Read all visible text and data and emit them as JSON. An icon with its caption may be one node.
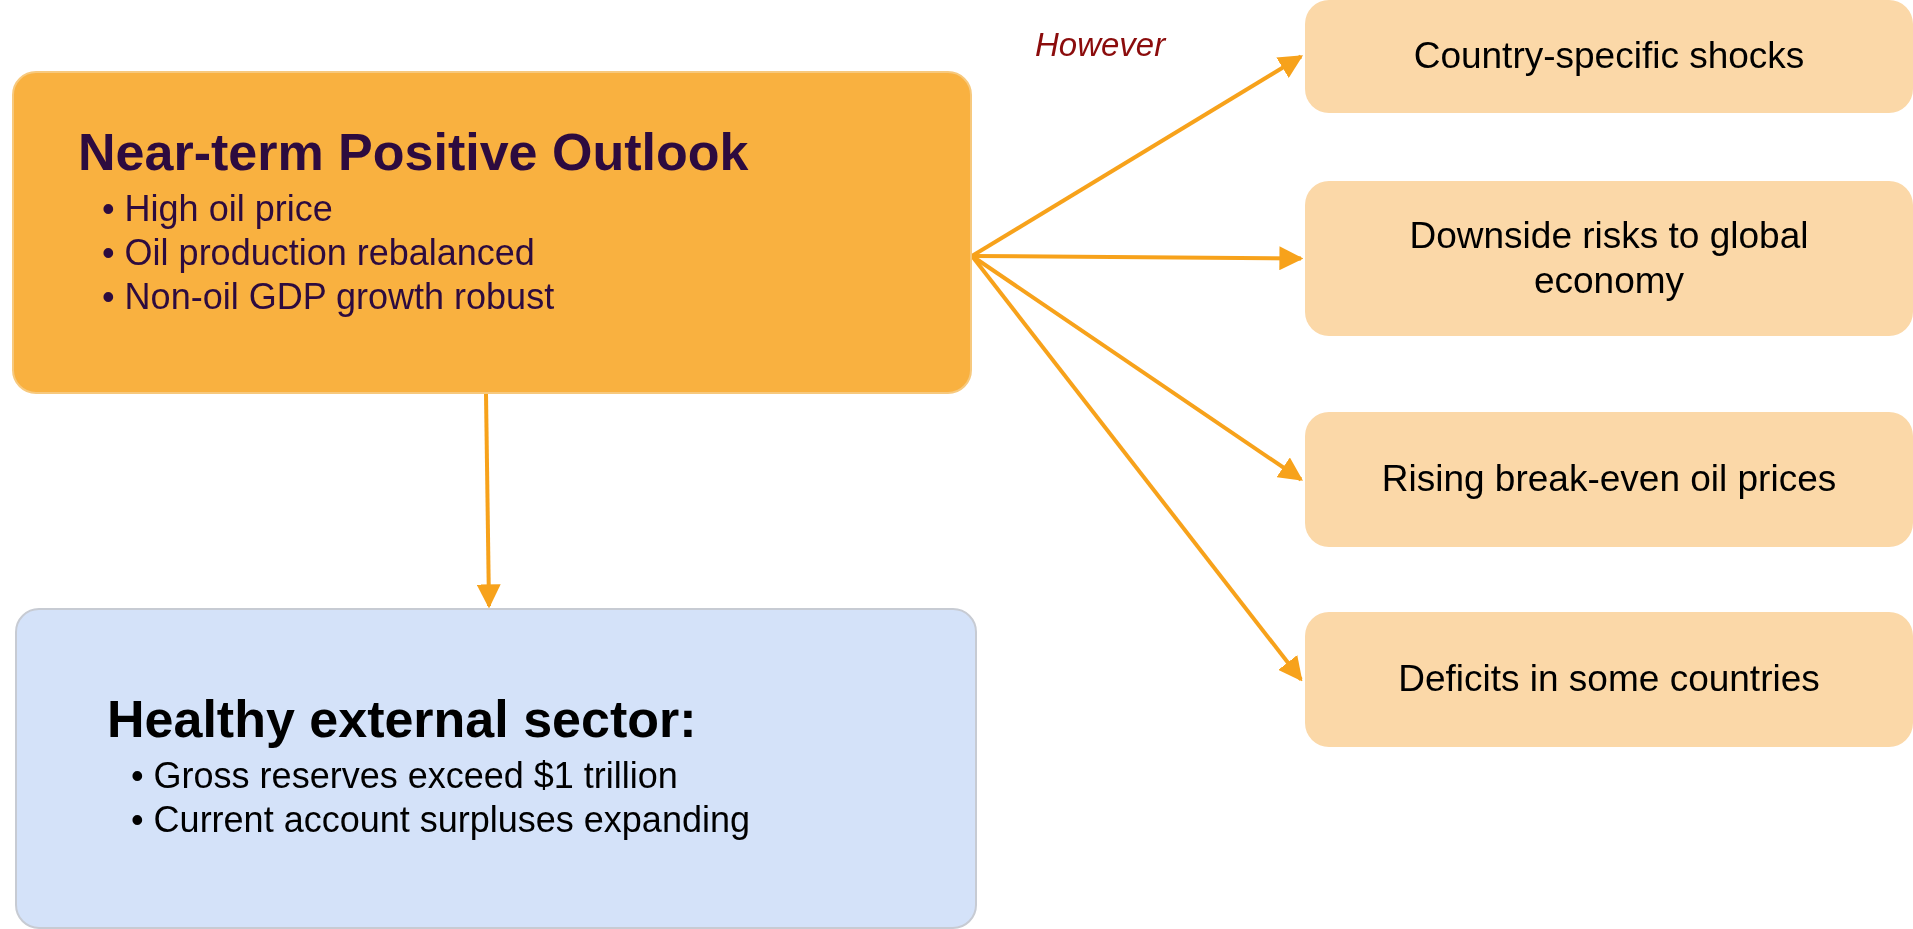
{
  "diagram": {
    "nodes": [
      {
        "text": [
          "Near-term Positive Outlook",
          "• High oil price",
          "• Oil production rebalanced",
          "• Non-oil GDP growth robust"
        ]
      },
      {
        "text": [
          "Healthy external sector:",
          "• Gross reserves exceed $1 trillion",
          "• Current account surpluses expanding"
        ]
      },
      {
        "text": [
          "Country-specific shocks"
        ]
      },
      {
        "text": [
          "Downside risks to global economy"
        ]
      },
      {
        "text": [
          "Rising break-even oil prices"
        ]
      },
      {
        "text": [
          "Deficits in some countries"
        ]
      }
    ],
    "edges": [
      {
        "from": 0,
        "to": 1,
        "arrow": "to"
      },
      {
        "from": 0,
        "to": 2,
        "arrow": "to"
      },
      {
        "from": 0,
        "to": 3,
        "arrow": "to"
      },
      {
        "from": 0,
        "to": 4,
        "arrow": "to"
      },
      {
        "from": 0,
        "to": 5,
        "arrow": "to"
      }
    ],
    "labels": [
      "However"
    ]
  }
}
